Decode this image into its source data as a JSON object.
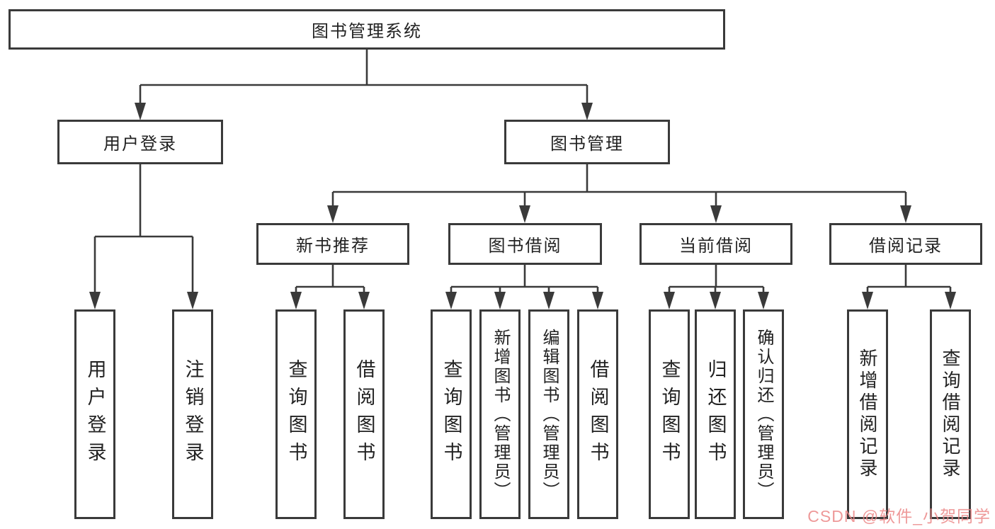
{
  "title": {
    "label": "图书管理系统"
  },
  "level2": {
    "user_login": {
      "label": "用户登录"
    },
    "book_management": {
      "label": "图书管理"
    }
  },
  "level3": {
    "new_book_recommend": {
      "label": "新书推荐"
    },
    "book_borrow": {
      "label": "图书借阅"
    },
    "current_borrow": {
      "label": "当前借阅"
    },
    "borrow_records": {
      "label": "借阅记录"
    }
  },
  "leaves": [
    {
      "label": "用户登录"
    },
    {
      "label": "注销登录"
    },
    {
      "label": "查询图书"
    },
    {
      "label": "借阅图书"
    },
    {
      "label": "查询图书"
    },
    {
      "label": "新增图书（管理员）"
    },
    {
      "label": "编辑图书（管理员）"
    },
    {
      "label": "借阅图书"
    },
    {
      "label": "查询图书"
    },
    {
      "label": "归还图书"
    },
    {
      "label": "确认归还（管理员）"
    },
    {
      "label": "新增借阅记录"
    },
    {
      "label": "查询借阅记录"
    }
  ],
  "watermark": {
    "text": "CSDN @软件_小贺同学",
    "color": "#eb8787"
  },
  "colors": {
    "line": "#3a3a3a",
    "text": "#222222",
    "background": "#ffffff"
  }
}
